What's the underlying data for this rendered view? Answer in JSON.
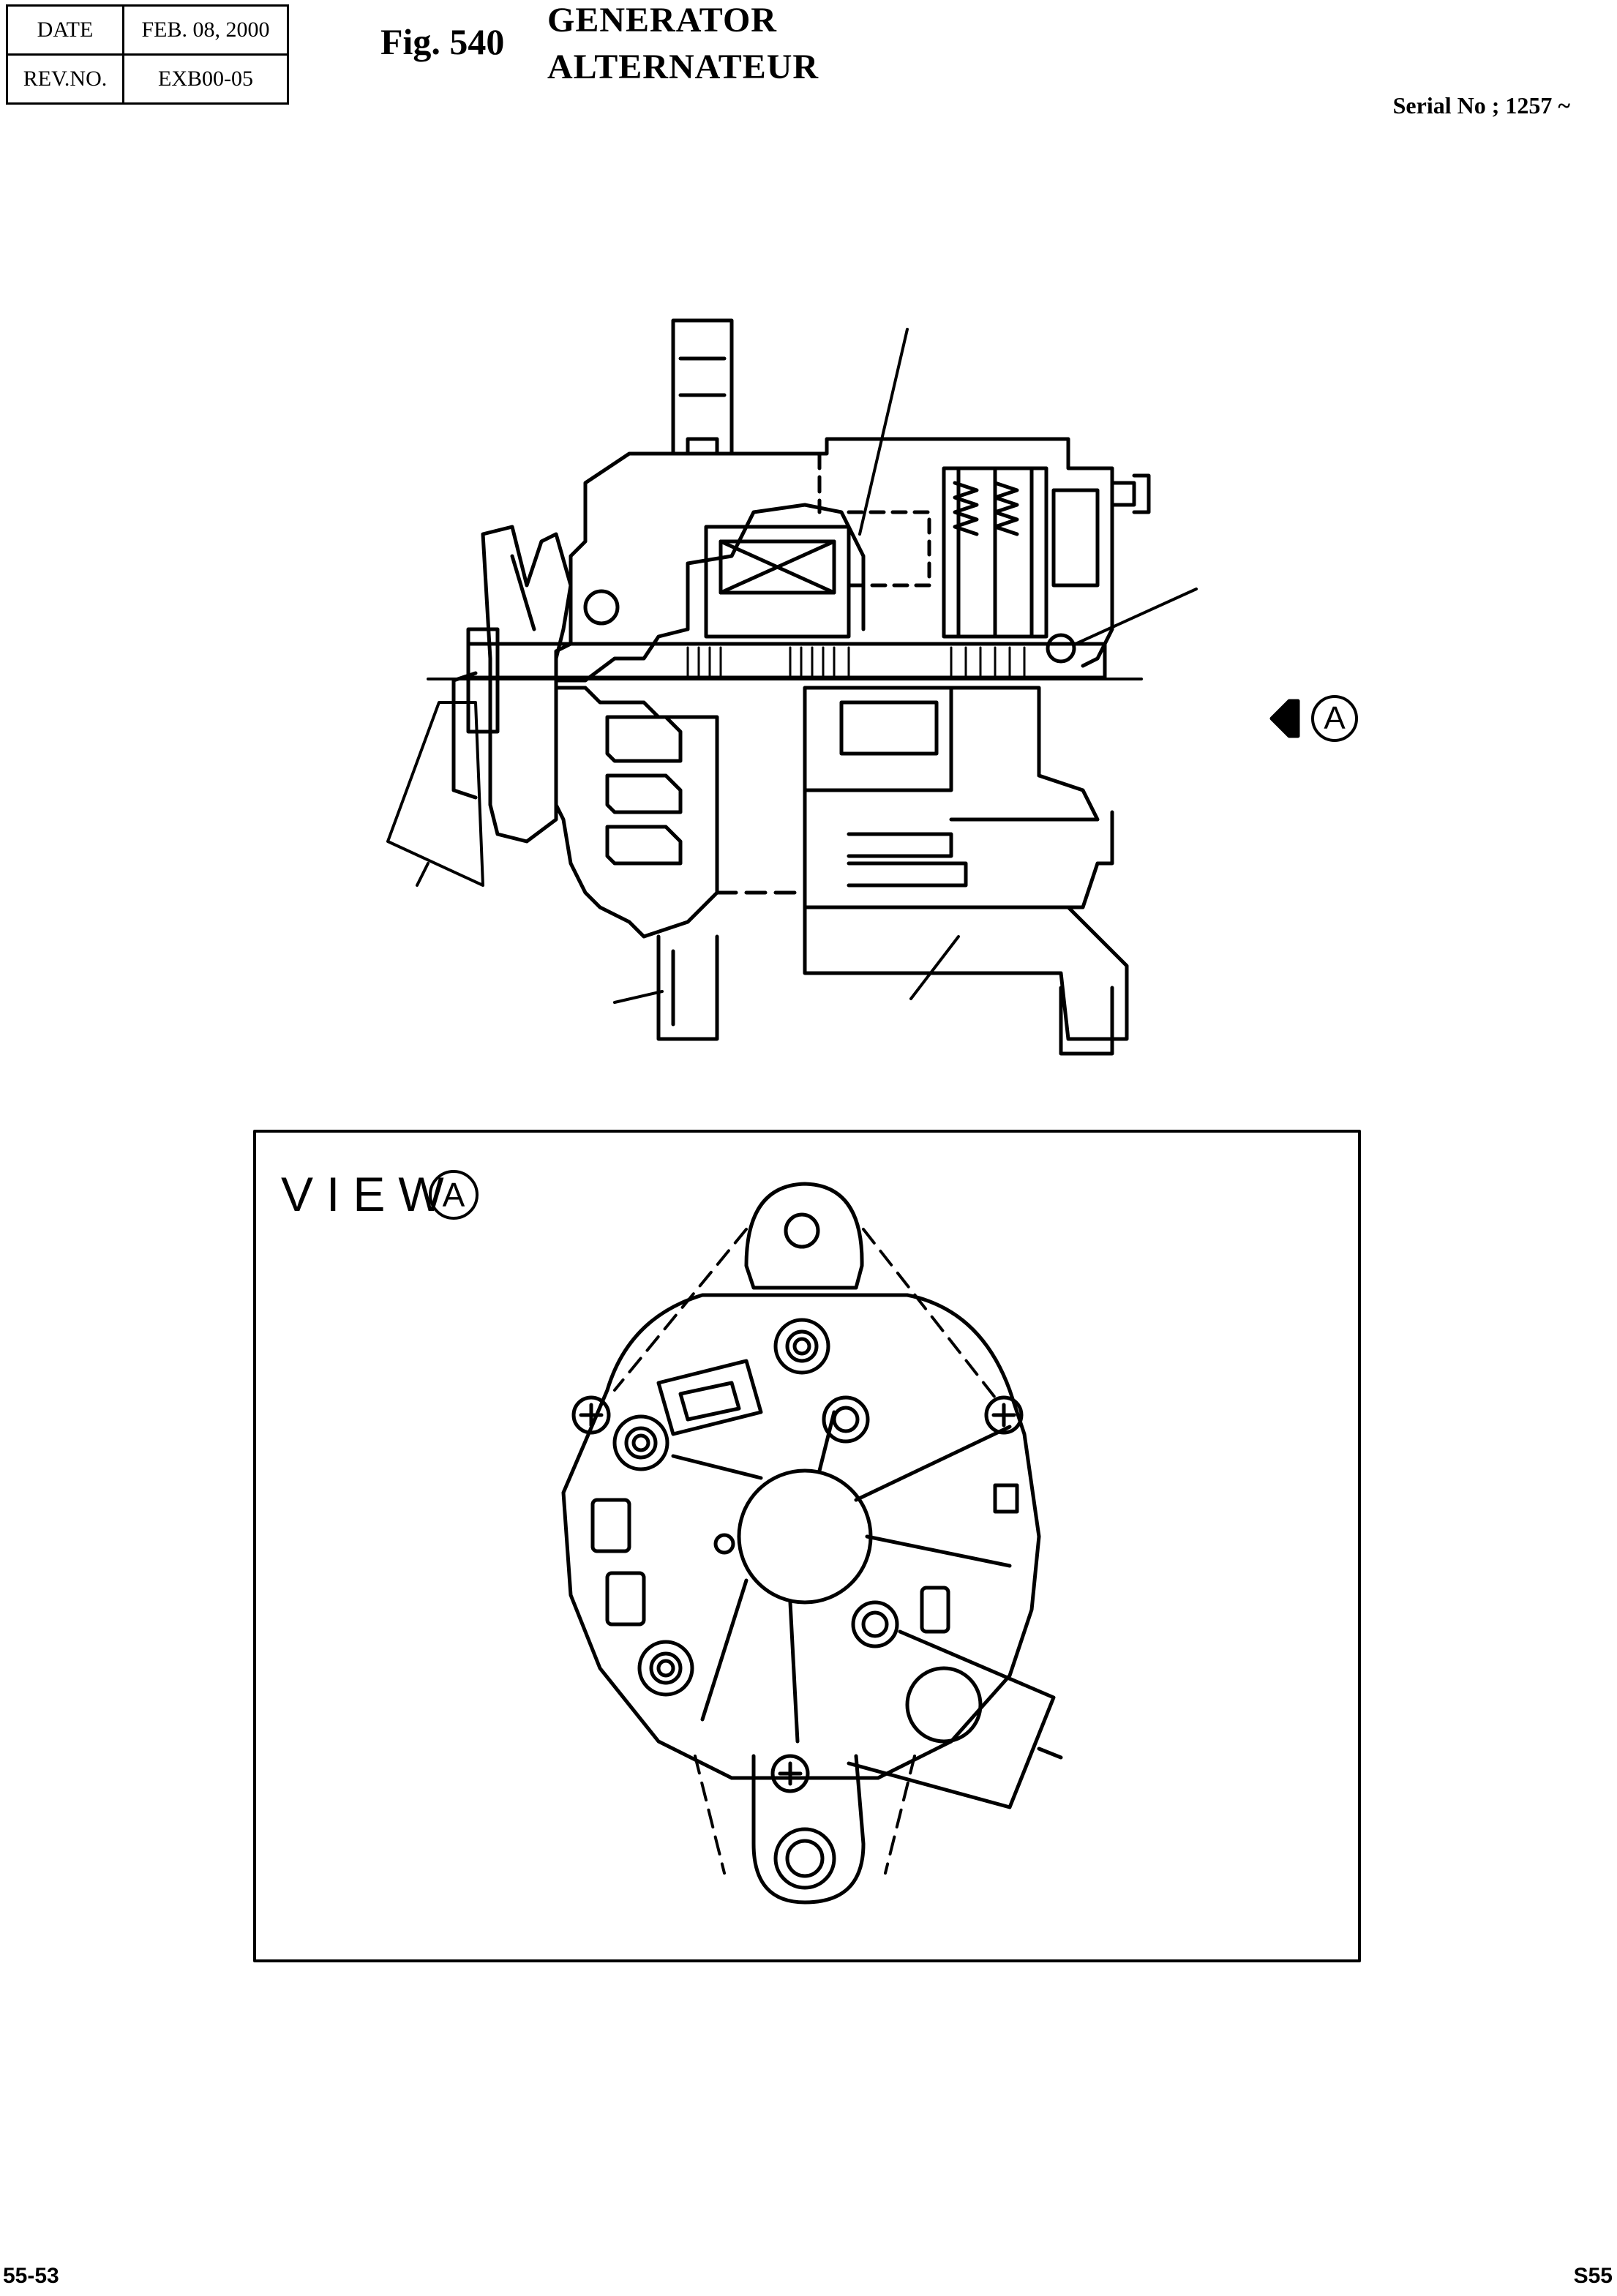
{
  "header": {
    "date_label": "DATE",
    "date_value": "FEB. 08, 2000",
    "rev_label": "REV.NO.",
    "rev_value": "EXB00-05",
    "figure_number": "Fig. 540",
    "title_en": "GENERATOR",
    "title_fr": "ALTERNATEUR",
    "serial": "Serial No ; 1257 ~"
  },
  "diagram": {
    "view_arrow_letter": "A",
    "view_label": "VIEW",
    "view_letter": "A"
  },
  "footer": {
    "page_left": "55-53",
    "page_right": "S55"
  }
}
